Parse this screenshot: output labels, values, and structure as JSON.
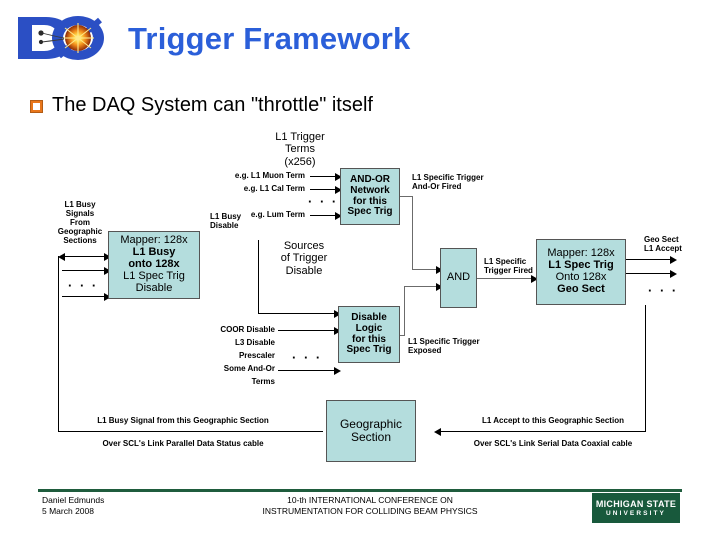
{
  "slide": {
    "title": "Trigger Framework",
    "bullet": "The DAQ System can \"throttle\" itself",
    "logo_alt": "d0-logo"
  },
  "colors": {
    "title_blue": "#2b5fd9",
    "bullet_orange": "#E8761B",
    "box_fill": "#B4DDDD",
    "box_border": "#555555",
    "msu_green": "#18593C",
    "rule_green": "#1F5C3D"
  },
  "diagram": {
    "boxes": {
      "mapper_busy": [
        "Mapper: 128x",
        "L1 Busy",
        "onto 128x",
        "L1 Spec Trig",
        "Disable"
      ],
      "and_or_network": [
        "AND-OR",
        "Network",
        "for this",
        "Spec Trig"
      ],
      "disable_logic": [
        "Disable",
        "Logic",
        "for this",
        "Spec Trig"
      ],
      "and_gate": [
        "AND"
      ],
      "mapper_geo": [
        "Mapper: 128x",
        "L1 Spec Trig",
        "Onto 128x",
        "Geo Sect"
      ],
      "geographic_section": [
        "Geographic",
        "Section"
      ]
    },
    "labels": {
      "l1_busy_signals": [
        "L1 Busy",
        "Signals",
        "From",
        "Geographic",
        "Sections"
      ],
      "l1_trigger_terms": [
        "L1 Trigger",
        "Terms",
        "(x256)"
      ],
      "eg_muon_term": "e.g. L1 Muon Term",
      "eg_cal_term": "e.g. L1 Cal Term",
      "eg_lum_term": "e.g. Lum Term",
      "l1_busy_disable": [
        "L1 Busy",
        "Disable"
      ],
      "sources_of_trigger_disable": [
        "Sources",
        "of Trigger",
        "Disable"
      ],
      "coor_disable": "COOR Disable",
      "l3_disable": "L3 Disable",
      "prescaler": "Prescaler",
      "some_and_or": "Some And-Or",
      "terms": "Terms",
      "and_or_fired": [
        "L1 Specific Trigger",
        "And-Or Fired"
      ],
      "trigger_fired": [
        "L1 Specific",
        "Trigger Fired"
      ],
      "trigger_exposed": [
        "L1 Specific Trigger",
        "Exposed"
      ],
      "geo_sect_l1_accept": [
        "Geo Sect",
        "L1 Accept"
      ],
      "busy_signal_from_geo": "L1 Busy Signal from this Geographic Section",
      "over_scl_parallel": "Over SCL's Link Parallel Data Status cable",
      "l1_accept_to_geo": "L1 Accept to this Geographic Section",
      "over_scl_serial": "Over SCL's Link Serial Data Coaxial cable",
      "ellipsis": "· · ·"
    }
  },
  "footer": {
    "author": "Daniel Edmunds",
    "date": "5 March 2008",
    "conference_line1": "10-th INTERNATIONAL CONFERENCE  ON",
    "conference_line2": "INSTRUMENTATION FOR COLLIDING BEAM PHYSICS",
    "logo_line1": "MICHIGAN STATE",
    "logo_line2": "UNIVERSITY"
  }
}
